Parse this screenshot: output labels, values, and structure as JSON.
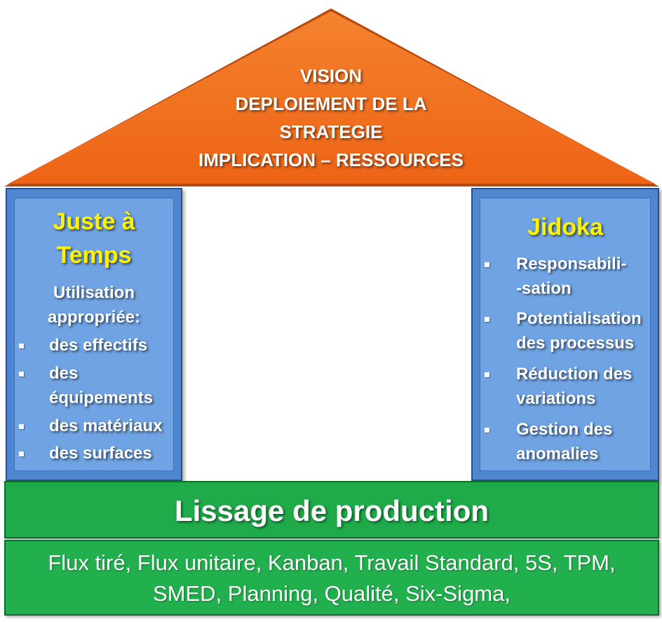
{
  "roof": {
    "lines": [
      "VISION",
      "DEPLOIEMENT DE LA",
      "STRATEGIE",
      "IMPLICATION – RESSOURCES"
    ],
    "color": "#f26b1d"
  },
  "left_pillar": {
    "title_lines": [
      "Juste à",
      "Temps"
    ],
    "subtitle_lines": [
      "Utilisation",
      "appropriée:"
    ],
    "items": [
      {
        "lines": [
          "des effectifs"
        ]
      },
      {
        "lines": [
          "des",
          "équipements"
        ]
      },
      {
        "lines": [
          "des matériaux"
        ]
      },
      {
        "lines": [
          "des surfaces"
        ]
      }
    ]
  },
  "right_pillar": {
    "title": "Jidoka",
    "items": [
      {
        "lines": [
          "Responsabili-",
          "-sation"
        ]
      },
      {
        "lines": [
          "Potentialisation",
          "des processus"
        ]
      },
      {
        "lines": [
          "Réduction des",
          "variations"
        ]
      },
      {
        "lines": [
          "Gestion des",
          "anomalies"
        ]
      }
    ]
  },
  "foundation": {
    "title": "Lissage de production",
    "tools_lines": [
      "Flux tiré, Flux unitaire, Kanban, Travail Standard, 5S, TPM,",
      "SMED, Planning, Qualité, Six-Sigma,"
    ]
  },
  "colors": {
    "pillar_blue": "#6fa3e3",
    "title_yellow": "#fff200",
    "band_green": "#1fab4a"
  }
}
